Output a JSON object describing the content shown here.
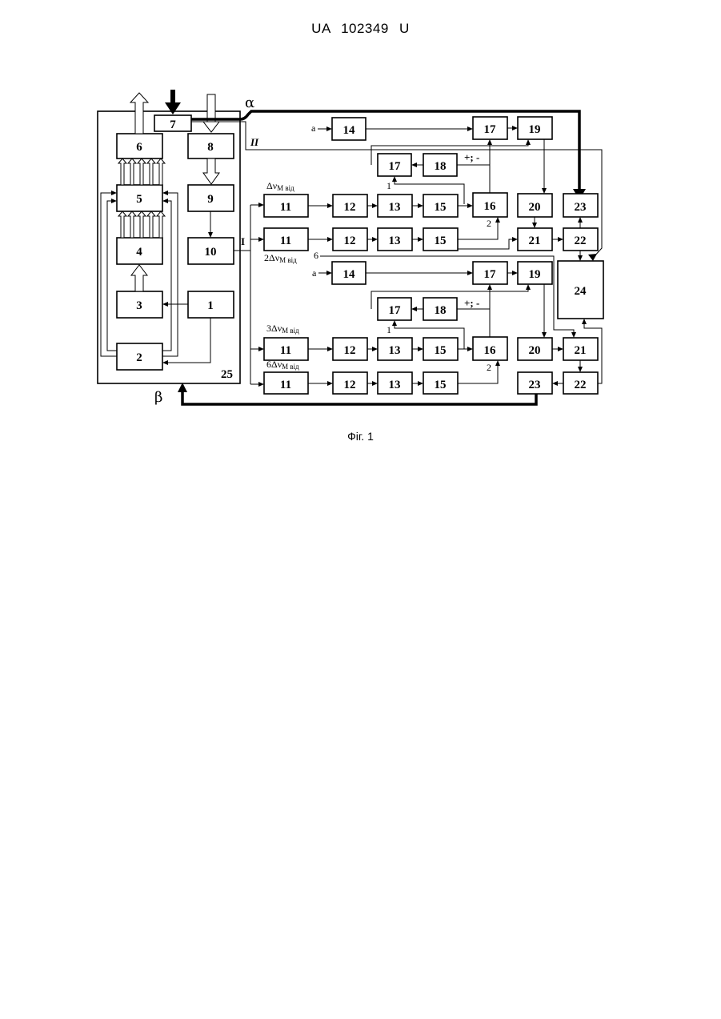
{
  "header": {
    "text": "UA   102349   U"
  },
  "caption": {
    "text": "Фіг. 1"
  },
  "blocks": {
    "b1": "1",
    "b2": "2",
    "b3": "3",
    "b4": "4",
    "b5": "5",
    "b6": "6",
    "b7": "7",
    "b8": "8",
    "b9": "9",
    "b10": "10",
    "b11": "11",
    "b12": "12",
    "b13": "13",
    "b14": "14",
    "b15": "15",
    "b16": "16",
    "b17": "17",
    "b18": "18",
    "b19": "19",
    "b20": "20",
    "b21": "21",
    "b22": "22",
    "b23": "23",
    "b24": "24",
    "b25": "25"
  },
  "labels": {
    "alpha": "α",
    "beta": "β",
    "roman_one": "I",
    "roman_two": "II",
    "input_a": "a",
    "sign": "+; -",
    "port_one": "1",
    "port_two": "2",
    "port_six": "6",
    "ch1": "Δν",
    "ch2": "2Δν",
    "ch3": "3Δν",
    "ch6": "6Δν",
    "sub": "М від"
  }
}
